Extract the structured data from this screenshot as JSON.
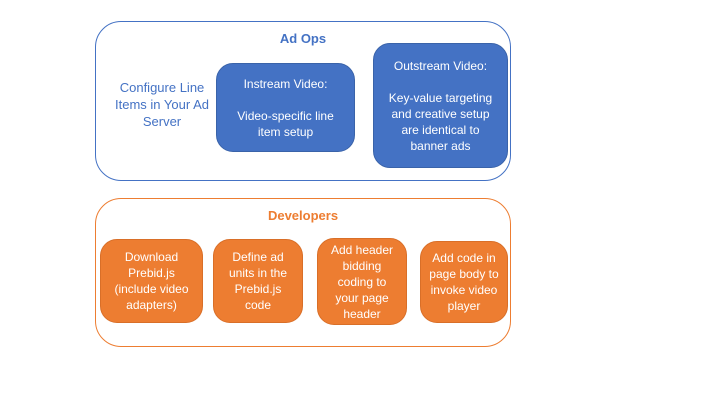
{
  "colors": {
    "blue": "#4472C4",
    "orange": "#ED7D31",
    "box_text": "#FFFFFF",
    "background": "#FFFFFF"
  },
  "ad_ops": {
    "title": "Ad Ops",
    "side_note": "Configure Line Items in Your Ad Server",
    "boxes": [
      {
        "heading": "Instream Video:",
        "body": "Video-specific line item setup"
      },
      {
        "heading": "Outstream Video:",
        "body": "Key-value targeting and creative setup are identical to banner ads"
      }
    ]
  },
  "developers": {
    "title": "Developers",
    "boxes": [
      {
        "label": "Download Prebid.js (include video adapters)"
      },
      {
        "label": "Define ad units in the Prebid.js code"
      },
      {
        "label": "Add header bidding coding to your page header"
      },
      {
        "label": "Add code in page body to invoke video player"
      }
    ]
  }
}
